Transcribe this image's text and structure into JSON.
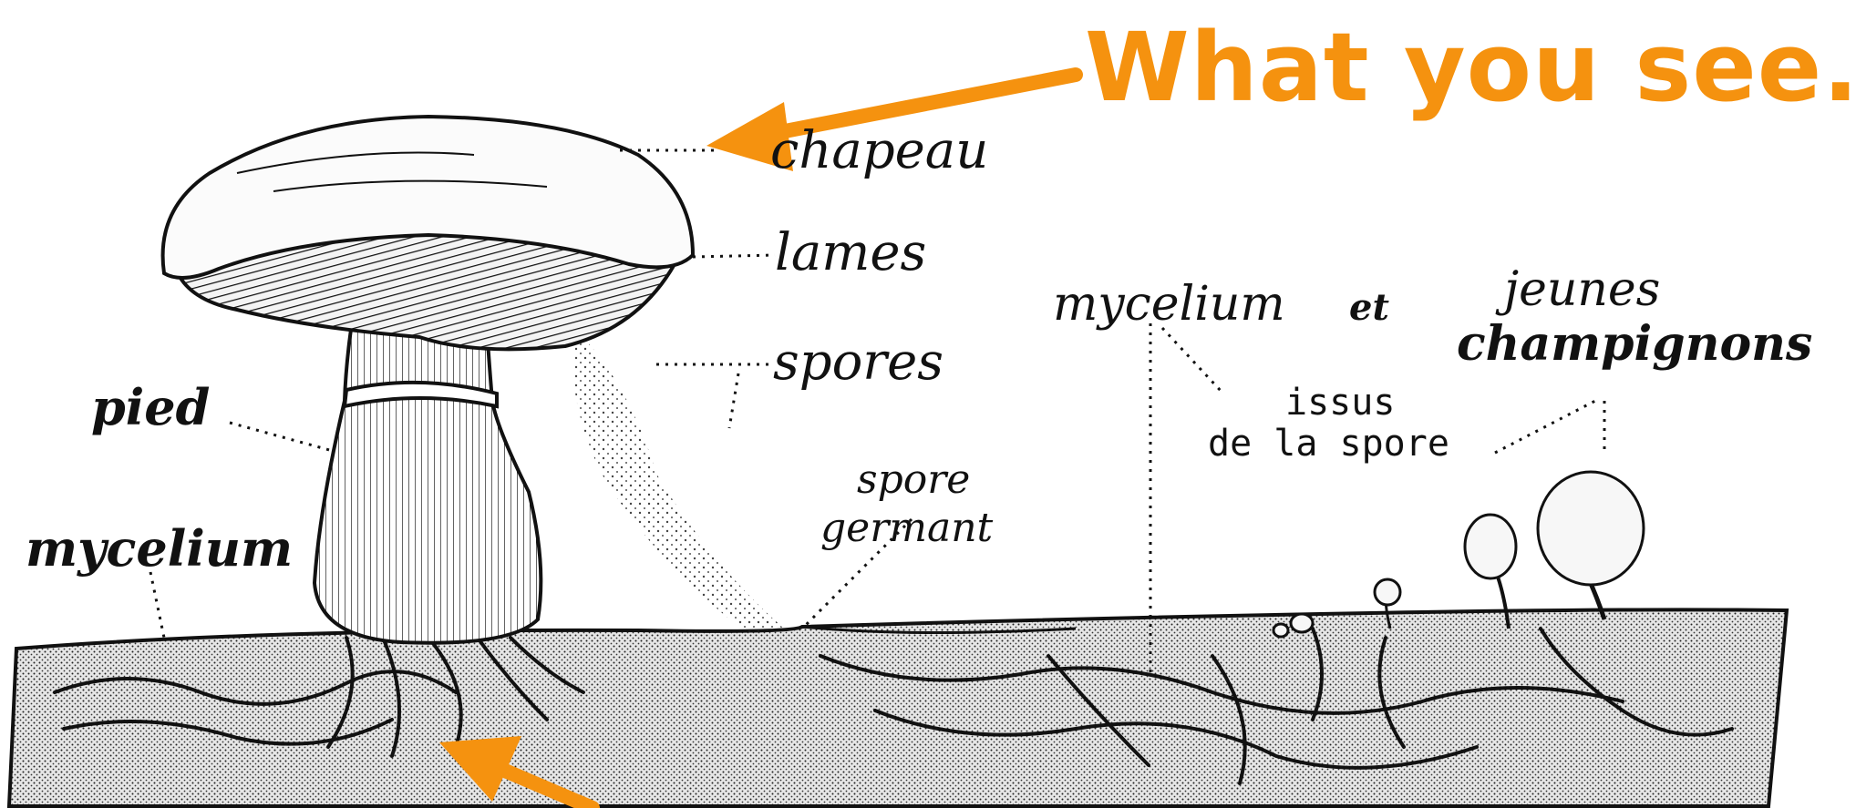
{
  "headline": "What you see.",
  "labels": {
    "chapeau": "chapeau",
    "lames": "lames",
    "spores": "spores",
    "pied": "pied",
    "mycelium_left": "mycelium",
    "spore": "spore",
    "germant": "germant",
    "mycelium_right": "mycelium",
    "et": "et",
    "jeunes": "jeunes",
    "champignons": "champignons",
    "issus": "issus",
    "de_la_spore": "de la spore"
  },
  "colors": {
    "accent": "#f5920f",
    "ink": "#111111",
    "paper": "#ffffff"
  }
}
